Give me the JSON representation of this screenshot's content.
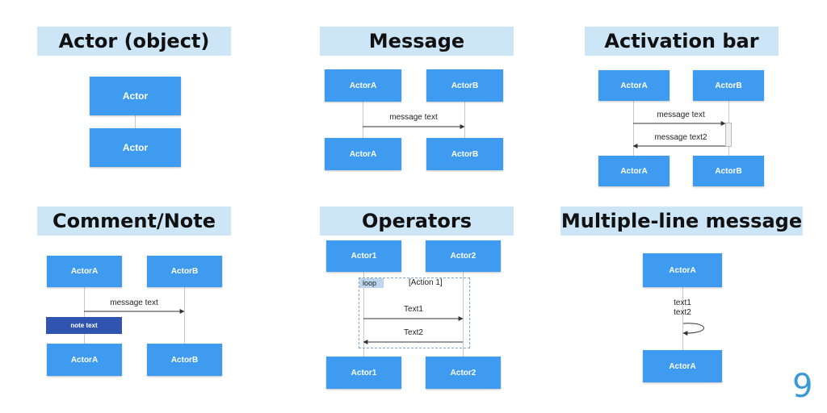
{
  "panels": {
    "actor": {
      "title": "Actor (object)",
      "top": "Actor",
      "bottom": "Actor"
    },
    "message": {
      "title": "Message",
      "actor_a": "ActorA",
      "actor_b": "ActorB",
      "msg": "message text"
    },
    "activation": {
      "title": "Activation bar",
      "actor_a": "ActorA",
      "actor_b": "ActorB",
      "msg1": "message text",
      "msg2": "message text2"
    },
    "comment": {
      "title": "Comment/Note",
      "actor_a": "ActorA",
      "actor_b": "ActorB",
      "msg": "message text",
      "note": "note text"
    },
    "operators": {
      "title": "Operators",
      "actor_1": "Actor1",
      "actor_2": "Actor2",
      "loop_tag": "loop",
      "loop_guard": "[Action 1]",
      "msg1": "Text1",
      "msg2": "Text2"
    },
    "multiline": {
      "title": "Multiple-line message",
      "actor": "ActorA",
      "line1": "text1",
      "line2": "text2"
    }
  },
  "page_number": "9",
  "colors": {
    "title_bg": "#cde6f7",
    "actor_box": "#3f9bf0",
    "note_box": "#2f55b0",
    "page_number": "#3a9ad9"
  }
}
